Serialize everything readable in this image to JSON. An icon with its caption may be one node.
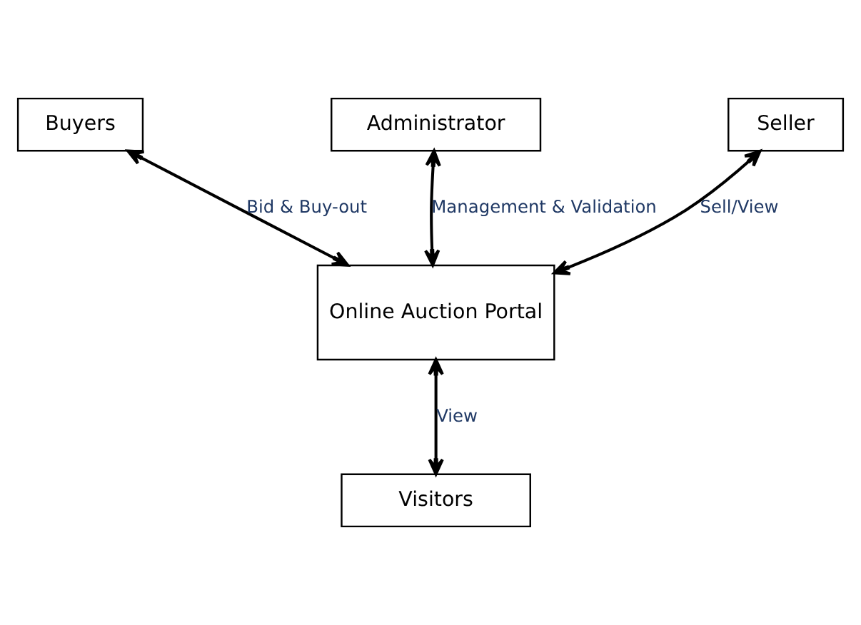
{
  "diagram": {
    "nodes": [
      {
        "text": [
          "Administrator"
        ]
      },
      {
        "text": [
          "Buyers"
        ]
      },
      {
        "text": [
          "Seller"
        ]
      },
      {
        "text": [
          "Online Auction Portal"
        ]
      },
      {
        "text": [
          "Visitors"
        ]
      }
    ],
    "edges": [
      {
        "from": 0,
        "to": 3,
        "arrow": "both",
        "label": "Management & Validation"
      },
      {
        "from": 1,
        "to": 3,
        "arrow": "both",
        "label": "Bid & Buy-out"
      },
      {
        "from": 2,
        "to": 3,
        "arrow": "both",
        "label": "Sell/View"
      },
      {
        "from": 3,
        "to": 4,
        "arrow": "both",
        "label": "View"
      }
    ]
  }
}
